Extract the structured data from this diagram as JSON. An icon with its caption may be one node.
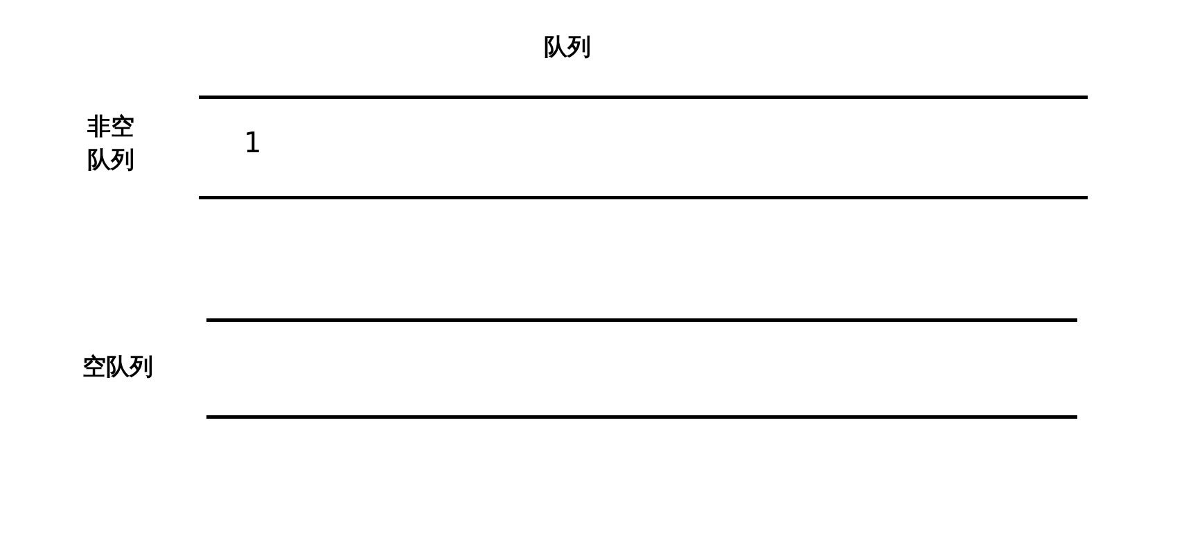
{
  "diagram": {
    "title": "队列",
    "nodes": [
      {
        "text": [
          "非空队列",
          "1"
        ]
      },
      {
        "text": [
          "空队列"
        ]
      }
    ]
  }
}
